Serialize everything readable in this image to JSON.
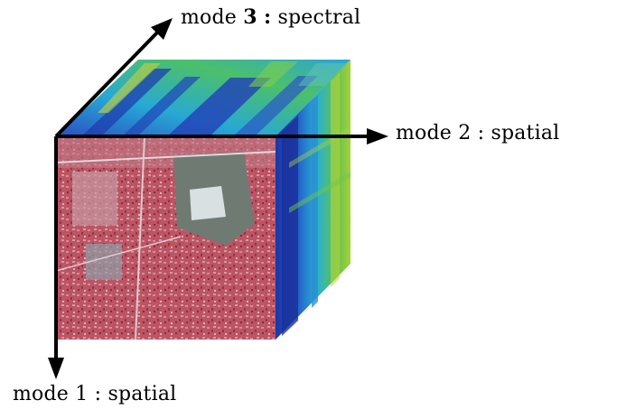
{
  "diagram": {
    "axes": [
      {
        "id": "mode3",
        "mode_label": "mode",
        "mode_number": "3",
        "separator": ":",
        "kind": "spectral"
      },
      {
        "id": "mode2",
        "mode_label": "mode",
        "mode_number": "2",
        "separator": ":",
        "kind": "spatial"
      },
      {
        "id": "mode1",
        "mode_label": "mode",
        "mode_number": "1",
        "separator": ":",
        "kind": "spatial"
      }
    ],
    "cube": {
      "front_face": "aerial-image-red",
      "top_face": "spectral-bands",
      "side_face": "spectral-bands"
    },
    "colors": {
      "arrow": "#000000",
      "front_base": "#b85060",
      "band_blue": "#1f3fb0",
      "band_cyan": "#27b3d6",
      "band_green": "#5fc04a",
      "band_yellow": "#c9d23a"
    }
  }
}
